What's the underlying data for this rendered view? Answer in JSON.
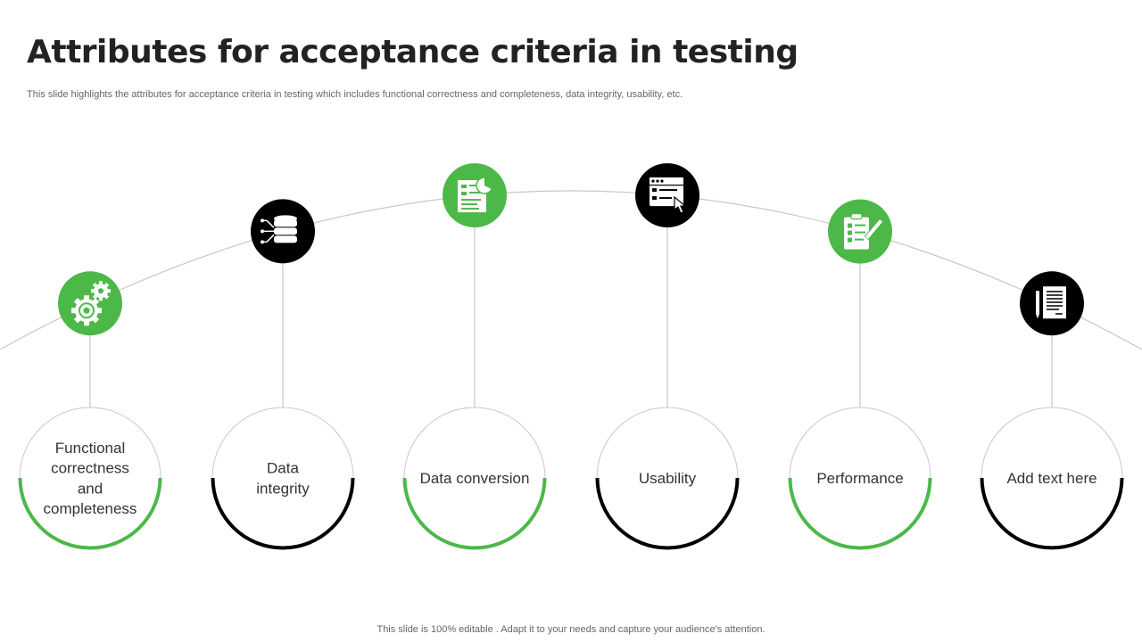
{
  "slide": {
    "title": "Attributes for acceptance criteria in testing",
    "subtitle": "This slide highlights the attributes for acceptance criteria in testing which includes functional correctness and completeness, data integrity, usability, etc.",
    "footer": "This slide is 100% editable . Adapt it to your needs and capture your audience's attention."
  },
  "colors": {
    "green": "#4cb848",
    "black": "#000000",
    "line": "#c8c8c8"
  },
  "attributes": [
    {
      "icon": "gears-icon",
      "color": "green",
      "label_lines": [
        "Functional",
        "correctness",
        "and",
        "completeness"
      ]
    },
    {
      "icon": "database-icon",
      "color": "black",
      "label_lines": [
        "Data",
        "integrity"
      ]
    },
    {
      "icon": "report-chart-icon",
      "color": "green",
      "label_lines": [
        "Data conversion"
      ]
    },
    {
      "icon": "browser-checklist-icon",
      "color": "black",
      "label_lines": [
        "Usability"
      ]
    },
    {
      "icon": "clipboard-checklist-icon",
      "color": "green",
      "label_lines": [
        "Performance"
      ]
    },
    {
      "icon": "document-pen-icon",
      "color": "black",
      "label_lines": [
        "Add text here"
      ]
    }
  ]
}
